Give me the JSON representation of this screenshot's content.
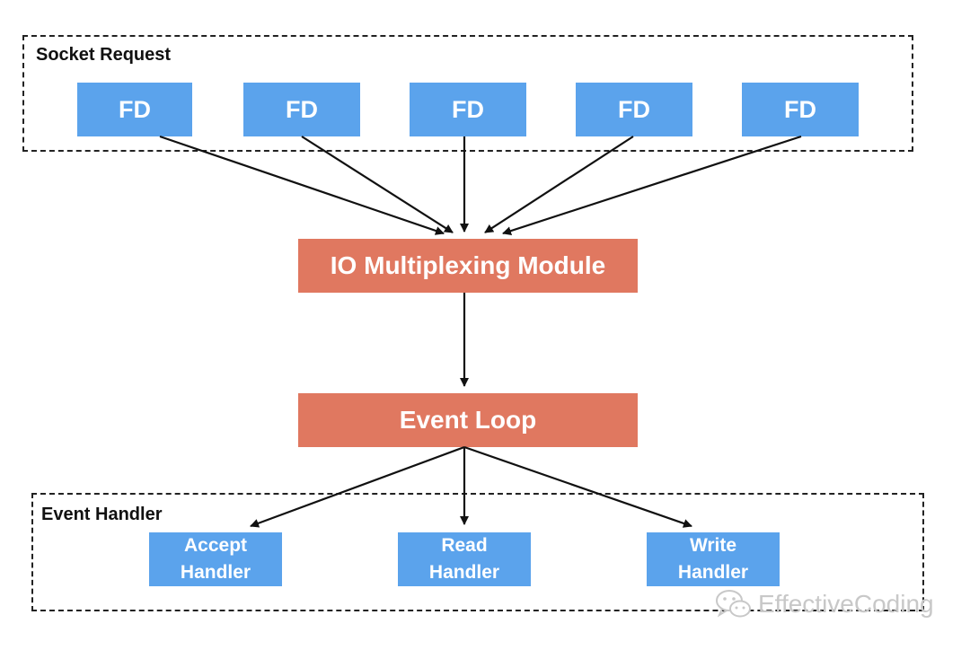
{
  "socket_request": {
    "label": "Socket Request",
    "fds": [
      "FD",
      "FD",
      "FD",
      "FD",
      "FD"
    ]
  },
  "io_module": {
    "label": "IO Multiplexing Module"
  },
  "event_loop": {
    "label": "Event Loop"
  },
  "event_handler": {
    "label": "Event Handler",
    "handlers": [
      {
        "line1": "Accept",
        "line2": "Handler"
      },
      {
        "line1": "Read",
        "line2": "Handler"
      },
      {
        "line1": "Write",
        "line2": "Handler"
      }
    ]
  },
  "watermark": {
    "text": "EffectiveCoding",
    "icon": "wechat-icon"
  },
  "colors": {
    "fd_blue": "#5ba3ec",
    "core_red": "#e07860",
    "arrow": "#111111"
  }
}
